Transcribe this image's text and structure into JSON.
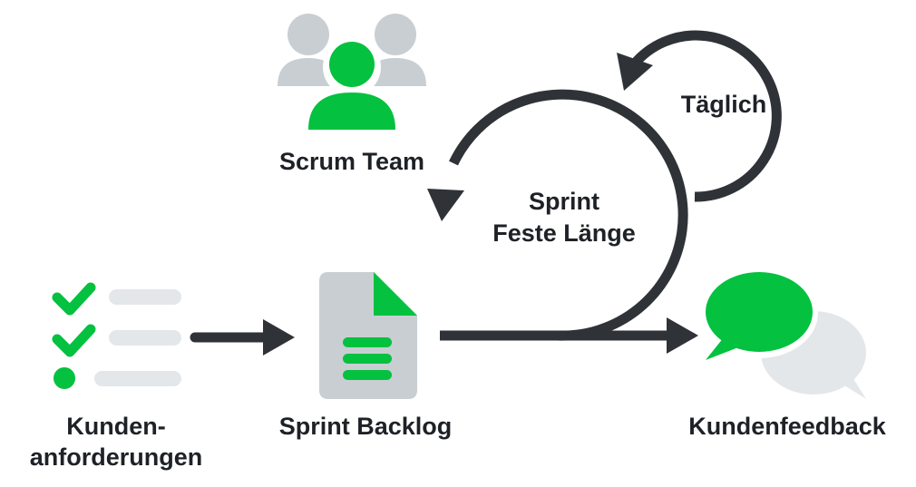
{
  "labels": {
    "scrum_team": "Scrum Team",
    "daily": "Täglich",
    "sprint_line1": "Sprint",
    "sprint_line2": "Feste Länge",
    "requirements_line1": "Kunden-",
    "requirements_line2": "anforderungen",
    "sprint_backlog": "Sprint Backlog",
    "feedback": "Kundenfeedback"
  },
  "icons": {
    "team": "team-icon",
    "checklist": "checklist-icon",
    "document": "document-icon",
    "speech_bubbles": "speech-bubbles-icon"
  },
  "colors": {
    "accent_green": "#04c13f",
    "light_gray": "#c9ced2",
    "pale_gray": "#e3e7ea",
    "dark": "#2f3237",
    "text": "#1e2126"
  }
}
